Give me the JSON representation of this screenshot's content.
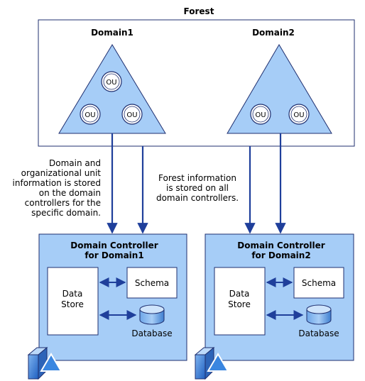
{
  "forest": {
    "title": "Forest",
    "domain1": {
      "label": "Domain1",
      "ou_labels": [
        "OU",
        "OU",
        "OU"
      ]
    },
    "domain2": {
      "label": "Domain2",
      "ou_labels": [
        "OU",
        "OU"
      ]
    }
  },
  "notes": {
    "domain_info": [
      "Domain and",
      "organizational unit",
      "information is stored",
      "on the domain",
      "controllers for the",
      "specific domain."
    ],
    "forest_info": [
      "Forest information",
      "is stored on all",
      "domain controllers."
    ]
  },
  "dc1": {
    "title_line1": "Domain Controller",
    "title_line2": "for Domain1",
    "data_store_line1": "Data",
    "data_store_line2": "Store",
    "schema": "Schema",
    "database": "Database"
  },
  "dc2": {
    "title_line1": "Domain Controller",
    "title_line2": "for Domain2",
    "data_store_line1": "Data",
    "data_store_line2": "Store",
    "schema": "Schema",
    "database": "Database"
  },
  "colors": {
    "panel_fill": "#a6cdf7",
    "arrow_blue": "#1f3f9b",
    "border": "#1f2f6f"
  },
  "icons": [
    "server-icon",
    "database-icon"
  ]
}
